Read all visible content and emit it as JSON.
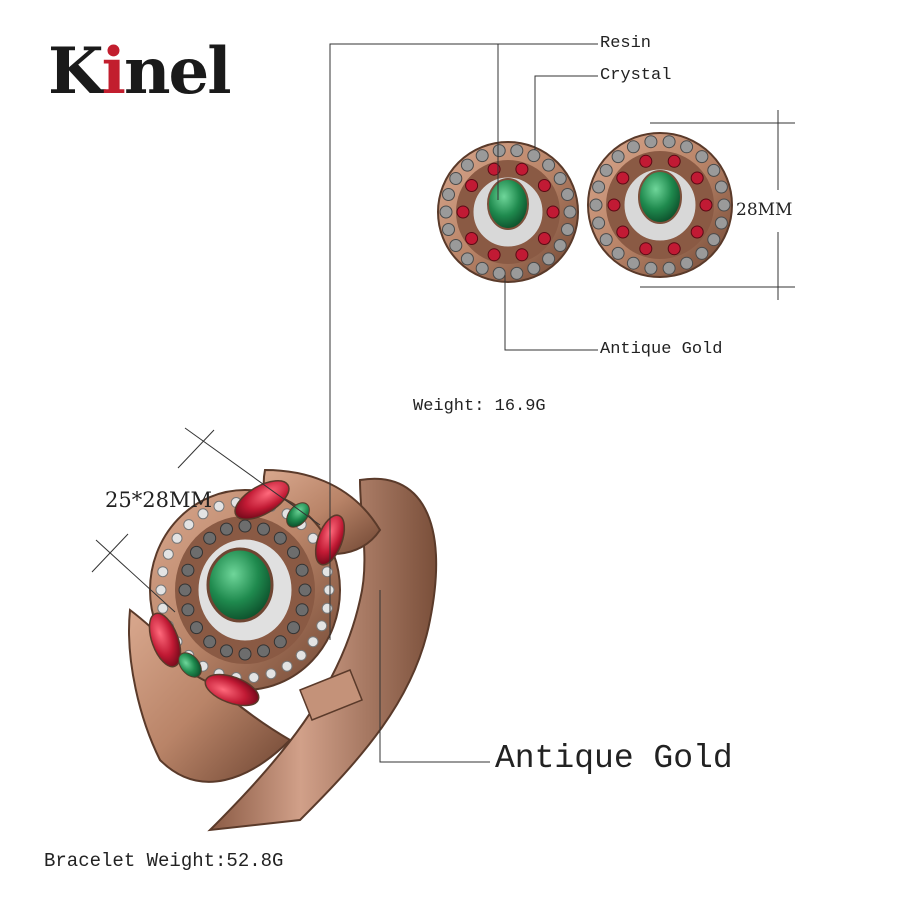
{
  "brand": {
    "name_prefix": "K",
    "name_dot_letter": "i",
    "name_suffix": "nel",
    "accent_color": "#c21e2e"
  },
  "earrings": {
    "callouts": {
      "material_1": "Resin",
      "material_2": "Crystal",
      "plating": "Antique Gold"
    },
    "height": "28MM",
    "weight": "Weight: 16.9G"
  },
  "bracelet": {
    "size": "25*28MM",
    "plating": "Antique Gold",
    "weight": "Bracelet Weight:52.8G"
  },
  "colors": {
    "gold": "#b98468",
    "gold_dark": "#7a4f3a",
    "resin_green": "#1f8a4e",
    "ruby": "#c11a34",
    "crystal": "#e3e3e3",
    "line": "#333333"
  }
}
